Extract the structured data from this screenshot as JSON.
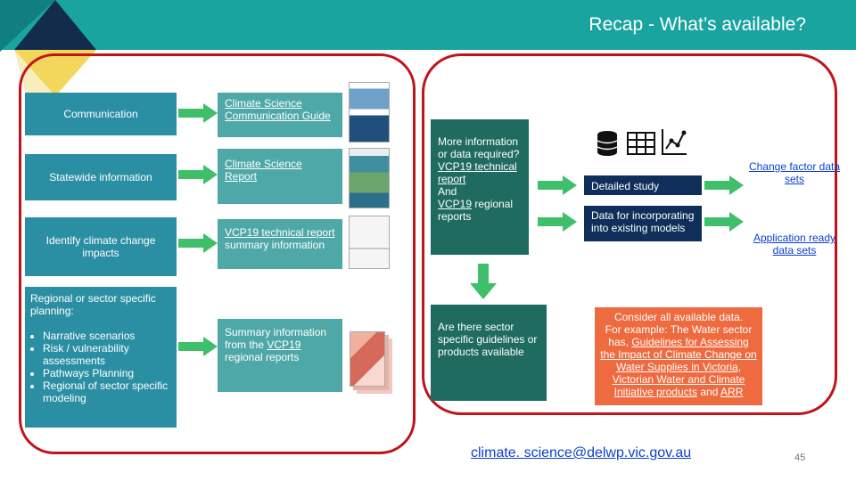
{
  "slide": {
    "title": "Recap - What’s available?",
    "page_number": "45",
    "email": "climate. science@delwp.vic.gov.au"
  },
  "left": {
    "communication": "Communication",
    "statewide": "Statewide information",
    "impacts": "Identify climate change impacts",
    "regional_heading": "Regional or sector  specific planning:",
    "regional_items": [
      "Narrative scenarios",
      "Risk / vulnerability assessments",
      "Pathways Planning",
      "Regional of sector specific modeling"
    ]
  },
  "middle": {
    "guide": "Climate Science Communication Guide",
    "report": "Climate Science Report",
    "vcp_summary_link": "VCP19 technical report",
    "vcp_summary_rest": "summary information",
    "summary_pre": "Summary information from the ",
    "summary_link": "VCP19",
    "summary_post": "regional reports"
  },
  "right": {
    "more_info_q": "More information or data required?",
    "vcp_tech_link": "VCP19 technical report",
    "and_text": "And",
    "vcp_regional_link": "VCP19",
    "regional_reports": "regional reports",
    "detailed_study": "Detailed study",
    "data_models": "Data for incorporating into existing models",
    "change_factor": "Change factor data sets",
    "application_ready": "Application ready data sets",
    "sector_guidelines": "Are there sector specific guidelines or products available",
    "consider_1": "Consider all available data.",
    "consider_2": "For example: The Water sector has,",
    "guidelines_link": "Guidelines for Assessing the Impact of Climate Change on Water Supplies in Victoria",
    "vicwater_link": "Victorian Water and Climate Initiative products",
    "and_word": "and",
    "arr_link": "ARR"
  },
  "icons": [
    "database-icon",
    "table-icon",
    "line-chart-icon"
  ],
  "colors": {
    "header": "#1aa4a0",
    "frame": "#c0141b",
    "teal_box": "#2b8fa4",
    "light_teal_box": "#4fa8a8",
    "dark_green_box": "#1f6b60",
    "navy_box": "#0f2f5a",
    "orange_box": "#ee6a3f",
    "arrow_green": "#3fbf6a",
    "link_blue": "#0d3fd0"
  }
}
